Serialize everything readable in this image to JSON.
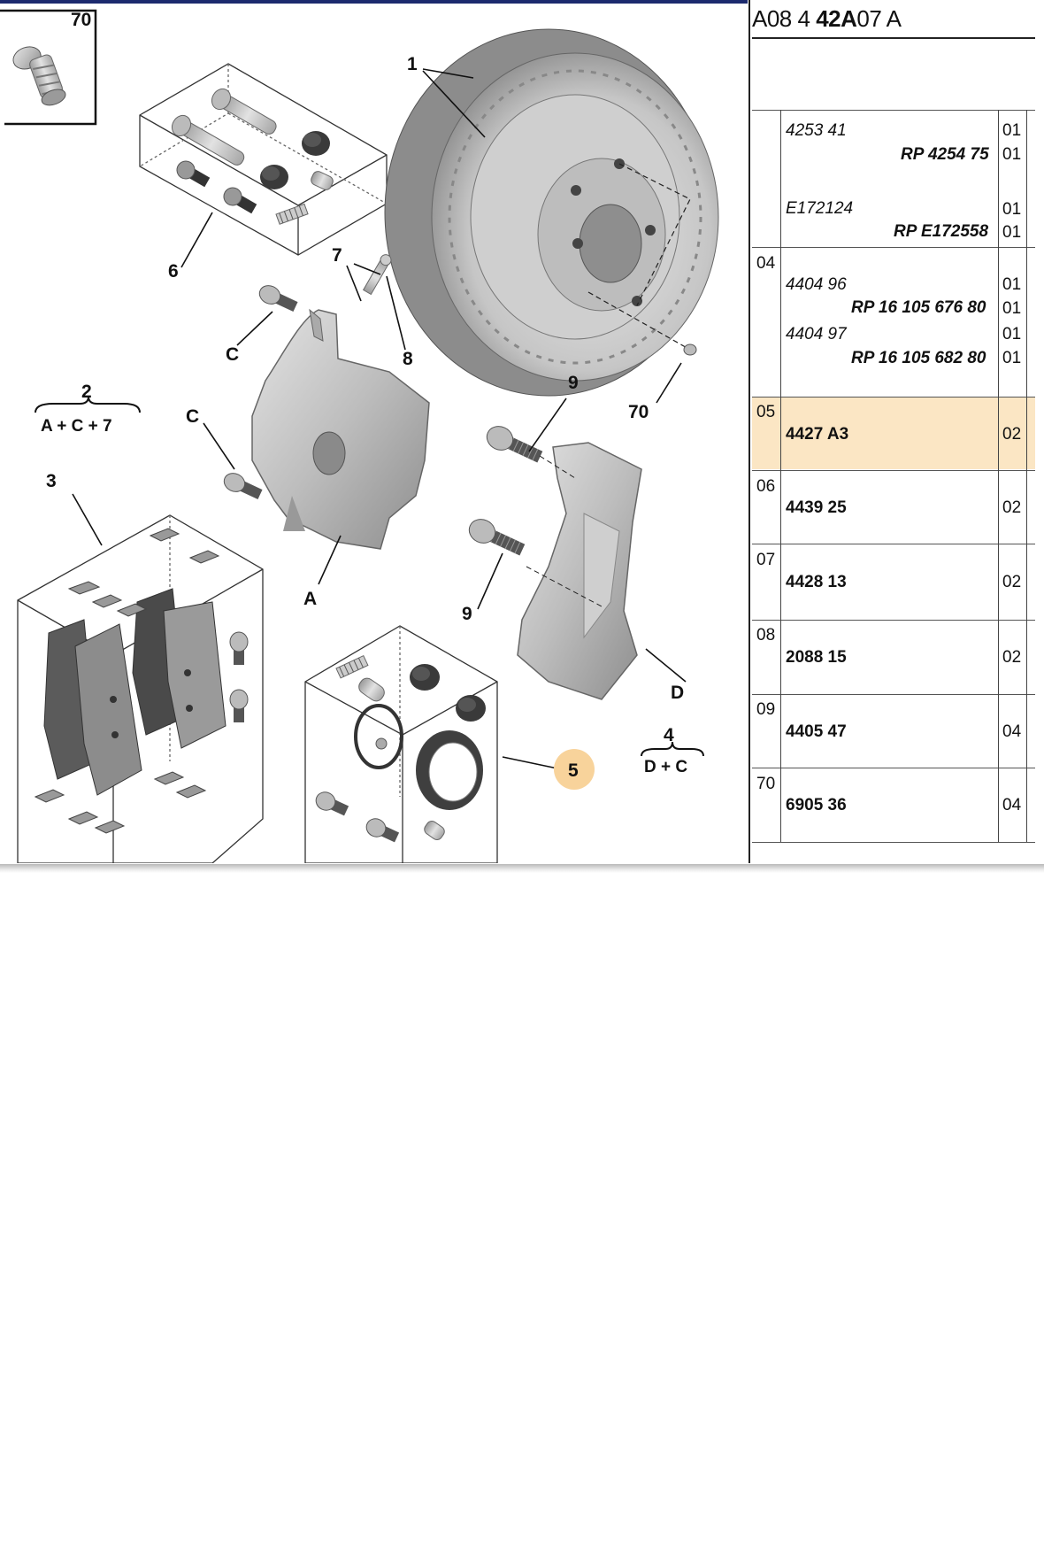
{
  "header_ref": {
    "p1": "A08",
    "p2": "4",
    "p3": "42A",
    "p4": "07",
    "p5": "A"
  },
  "diagram": {
    "labels": {
      "l70_box": "70",
      "l1": "1",
      "l6": "6",
      "l7": "7",
      "l8": "8",
      "lC1": "C",
      "lC2": "C",
      "l2": "2",
      "l2_formula": "A + C + 7",
      "l3": "3",
      "lA": "A",
      "l9a": "9",
      "l9b": "9",
      "l70": "70",
      "lD": "D",
      "l4": "4",
      "l4_formula": "D + C",
      "l5": "5"
    },
    "colors": {
      "callout": "#f8d39b",
      "highlight_row": "#fbe6c4",
      "topbar": "#1c2a6e"
    }
  },
  "table": {
    "rows": [
      {
        "ref": "",
        "lines": [
          {
            "part": "4253 41",
            "style": "italic",
            "qty": "01"
          },
          {
            "part": "RP 4254 75",
            "style": "bold-italic",
            "qty": "01"
          },
          {
            "part": "E172124",
            "style": "italic",
            "qty": "01"
          },
          {
            "part": "RP E172558",
            "style": "bold-italic",
            "qty": "01"
          }
        ]
      },
      {
        "ref": "04",
        "lines": [
          {
            "part": "4404 96",
            "style": "italic",
            "qty": "01"
          },
          {
            "part": "RP 16 105 676 80",
            "style": "bold-italic",
            "qty": "01"
          },
          {
            "part": "4404 97",
            "style": "italic",
            "qty": "01"
          },
          {
            "part": "RP 16 105 682 80",
            "style": "bold-italic",
            "qty": "01"
          }
        ]
      },
      {
        "ref": "05",
        "part": "4427 A3",
        "qty": "02",
        "highlight": true
      },
      {
        "ref": "06",
        "part": "4439 25",
        "qty": "02"
      },
      {
        "ref": "07",
        "part": "4428 13",
        "qty": "02"
      },
      {
        "ref": "08",
        "part": "2088 15",
        "qty": "02"
      },
      {
        "ref": "09",
        "part": "4405 47",
        "qty": "04"
      },
      {
        "ref": "70",
        "part": "6905 36",
        "qty": "04"
      }
    ]
  }
}
